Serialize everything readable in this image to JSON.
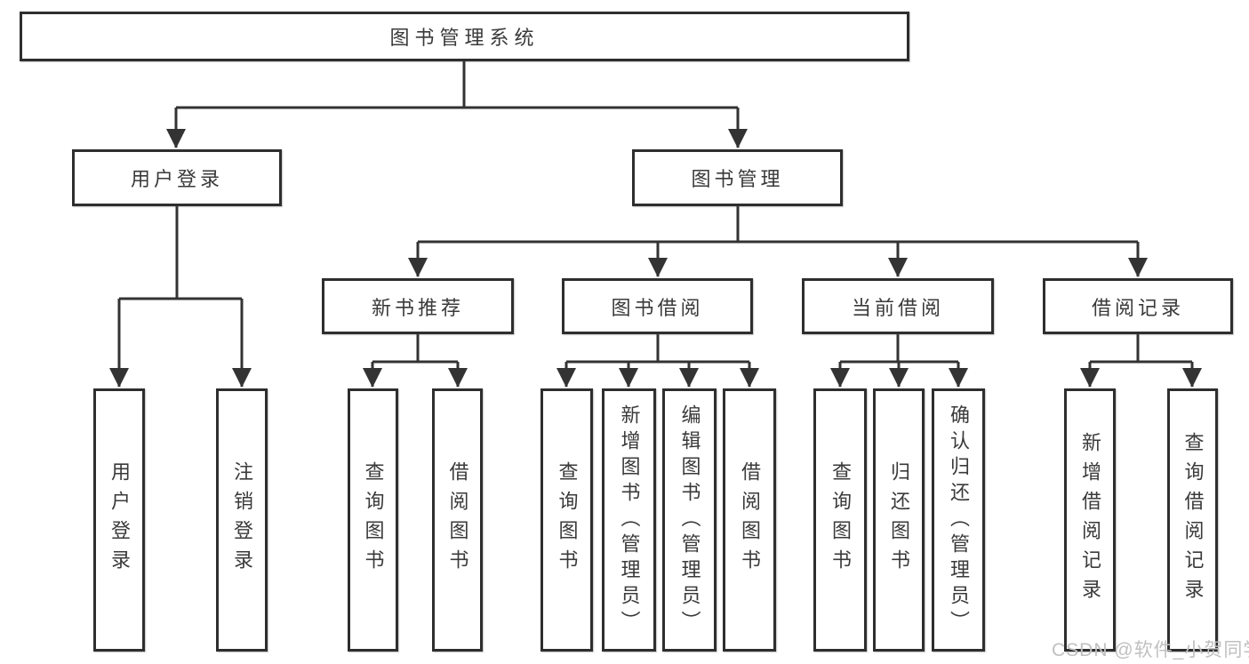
{
  "colors": {
    "line": "#333333",
    "box-border": "#2e2e2e",
    "text": "#3a3a3a",
    "watermark": "#c0c0c0",
    "background": "#ffffff"
  },
  "nodes": {
    "root": "图书管理系统",
    "userLogin": "用户登录",
    "bookMgmt": "图书管理",
    "newBookRec": "新书推荐",
    "bookBorrow": "图书借阅",
    "currentBorrow": "当前借阅",
    "borrowRecord": "借阅记录"
  },
  "leaves": {
    "userLogin": [
      "用户登录",
      "注销登录"
    ],
    "newBookRec": [
      "查询图书",
      "借阅图书"
    ],
    "bookBorrow": [
      "查询图书",
      "新增图书（管理员）",
      "编辑图书（管理员）",
      "借阅图书"
    ],
    "currentBorrow": [
      "查询图书",
      "归还图书",
      "确认归还（管理员）"
    ],
    "borrowRecord": [
      "新增借阅记录",
      "查询借阅记录"
    ]
  },
  "watermark": "CSDN @软件_小贺同学"
}
